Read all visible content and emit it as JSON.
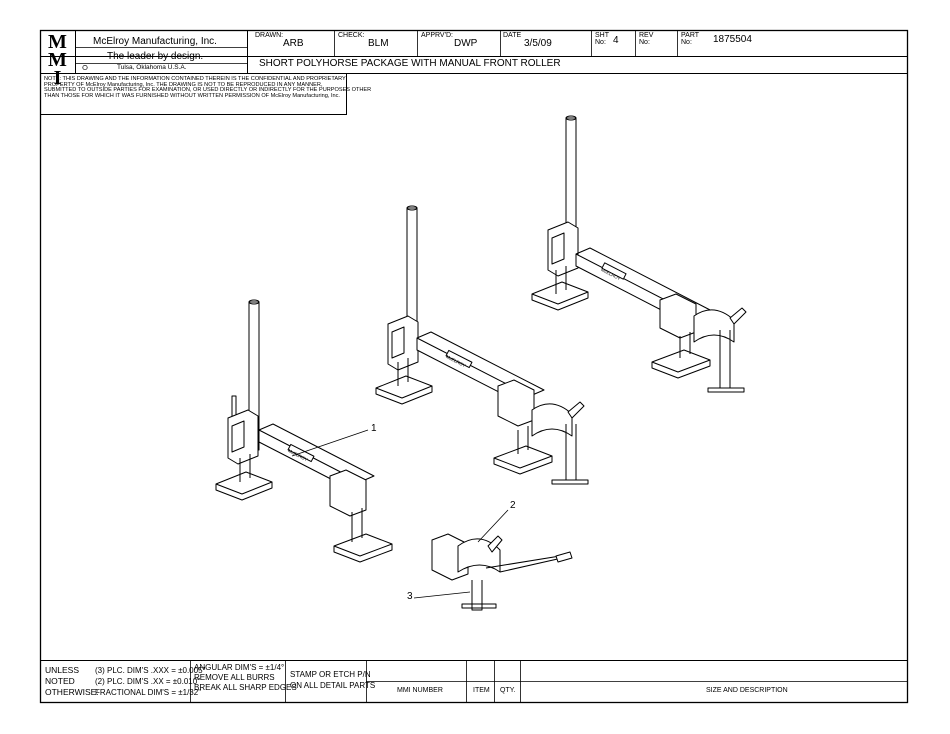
{
  "title_block": {
    "logo_text": "M M I",
    "company_name": "McElroy Manufacturing, Inc.",
    "tagline": "The leader by design.",
    "location": "Tulsa, Oklahoma U.S.A.",
    "drawn_label": "DRAWN:",
    "drawn_value": "ARB",
    "check_label": "CHECK:",
    "check_value": "BLM",
    "apprvd_label": "APPRV'D:",
    "apprvd_value": "DWP",
    "date_label": "DATE",
    "date_value": "3/5/09",
    "sht_label_1": "SHT",
    "sht_label_2": "No:",
    "sht_value": "4",
    "rev_label_1": "REV",
    "rev_label_2": "No:",
    "rev_value": "",
    "part_label_1": "PART",
    "part_label_2": "No:",
    "part_value": "1875504",
    "drawing_title": "SHORT POLYHORSE PACKAGE WITH MANUAL FRONT ROLLER",
    "confidential_note": [
      "NOTE: THIS DRAWING AND THE INFORMATION CONTAINED THEREIN IS THE CONFIDENTIAL AND PROPRIETARY",
      "PROPERTY OF McElroy Manufacturing, Inc. THE DRAWING IS NOT TO BE REPRODUCED IN ANY MANNER,",
      "SUBMITTED TO OUTSIDE PARTIES FOR EXAMINATION, OR USED DIRECTLY OR INDIRECTLY FOR THE PURPOSES OTHER",
      "THAN THOSE FOR WHICH IT WAS FURNISHED WITHOUT WRITTEN PERMISSION OF McElroy Manufacturing, Inc."
    ]
  },
  "callouts": [
    "1",
    "2",
    "3"
  ],
  "frame_brand_label": "McELROY",
  "tolerance_block": {
    "unless": [
      "UNLESS",
      "NOTED",
      "OTHERWISE:"
    ],
    "dims": [
      "(3) PLC. DIM'S .XXX = ±0.005\"",
      "(2) PLC. DIM'S .XX = ±0.010\"",
      "FRACTIONAL DIM'S = ±1/32\""
    ],
    "angular": [
      "ANGULAR DIM'S = ±1/4°",
      "REMOVE ALL BURRS",
      "BREAK ALL SHARP EDGES"
    ],
    "stamp": [
      "STAMP OR ETCH P/N",
      "ON ALL DETAIL PARTS"
    ]
  },
  "bom_header": {
    "mmi_number": "MMI NUMBER",
    "item": "ITEM",
    "qty": "QTY.",
    "size_desc": "SIZE AND DESCRIPTION"
  }
}
